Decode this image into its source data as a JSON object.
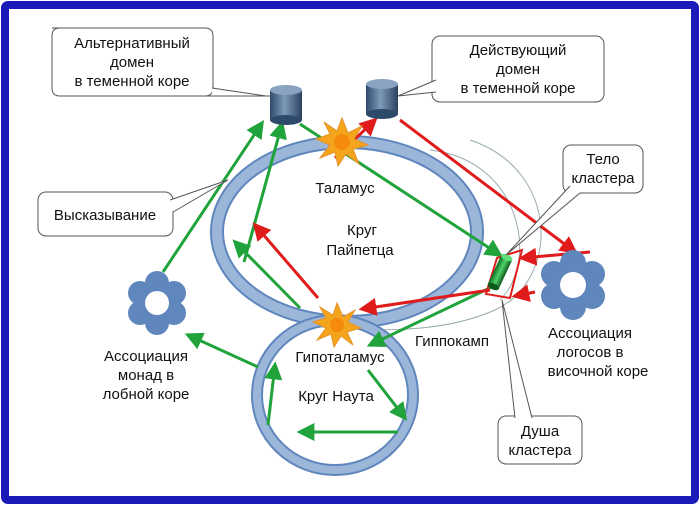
{
  "labels": {
    "alt_domain": [
      "Альтернативный",
      "домен",
      "в теменной коре"
    ],
    "active_domain": [
      "Действующий",
      "домен",
      "в теменной коре"
    ],
    "cluster_body": [
      "Тело",
      "кластера"
    ],
    "utterance": "Высказывание",
    "thalamus": "Таламус",
    "papez_circle": [
      "Круг",
      "Пайпетца"
    ],
    "hypothalamus": "Гипоталамус",
    "nauta_circle": "Круг Наута",
    "hippocampus": "Гиппокамп",
    "monad_assoc": [
      "Ассоциация",
      "монад в",
      "лобной коре"
    ],
    "logos_assoc": [
      "Ассоциация",
      "логосов в",
      "височной коре"
    ],
    "cluster_soul": [
      "Душа",
      "кластера"
    ]
  },
  "colors": {
    "frame": "#1a1ab8",
    "ring": "#9bb6d8",
    "ring_edge": "#5f86bd",
    "green_arrow": "#1fa33a",
    "red_arrow": "#e01b1b",
    "cylinder": "#3a5a80",
    "burst_outer": "#f4a51c",
    "burst_inner": "#f58a0d"
  }
}
